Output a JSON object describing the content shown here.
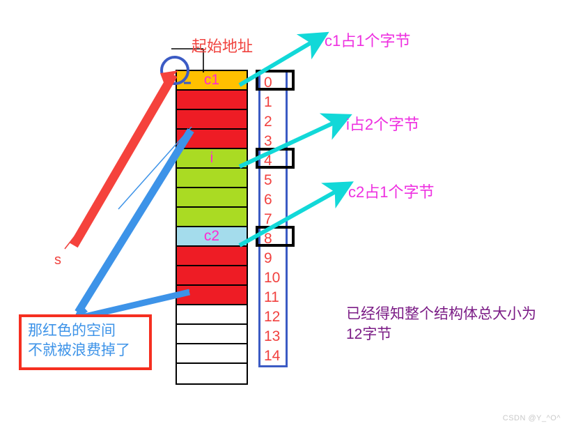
{
  "diagram": {
    "title_note": "起始地址",
    "watermark": "CSDN @Y_^O^",
    "colors": {
      "c1": "#FFC000",
      "padding": "#EE1C25",
      "i": "#AADB23",
      "c2": "#A4DCEC",
      "empty": "#FFFFFF",
      "label_text": "#FF29D1",
      "index_text": "#F1413F",
      "index_border": "#3B5BC4",
      "cyan_arrow": "#12D8D8",
      "red_arrow": "#F0433F",
      "blue_arrow": "#3D93E8",
      "purple_note": "#7B1C86",
      "waste_border": "#F52F20"
    },
    "memory_cells": [
      {
        "label": "c1",
        "fill": "c1",
        "index": "0"
      },
      {
        "label": "",
        "fill": "padding",
        "index": "1"
      },
      {
        "label": "",
        "fill": "padding",
        "index": "2"
      },
      {
        "label": "",
        "fill": "padding",
        "index": "3"
      },
      {
        "label": "i",
        "fill": "i",
        "index": "4"
      },
      {
        "label": "",
        "fill": "i",
        "index": "5"
      },
      {
        "label": "",
        "fill": "i",
        "index": "6"
      },
      {
        "label": "",
        "fill": "i",
        "index": "7"
      },
      {
        "label": "c2",
        "fill": "c2",
        "index": "8"
      },
      {
        "label": "",
        "fill": "padding",
        "index": "9"
      },
      {
        "label": "",
        "fill": "padding",
        "index": "10"
      },
      {
        "label": "",
        "fill": "padding",
        "index": "11"
      },
      {
        "label": "",
        "fill": "empty",
        "index": "12"
      },
      {
        "label": "",
        "fill": "empty",
        "index": "13"
      },
      {
        "label": "",
        "fill": "empty",
        "index": "14"
      },
      {
        "label": "",
        "fill": "empty",
        "index": ""
      }
    ],
    "index_numbers": [
      "0",
      "1",
      "2",
      "3",
      "4",
      "5",
      "6",
      "7",
      "8",
      "9",
      "10",
      "11",
      "12",
      "13",
      "14"
    ],
    "highlighted_indices": [
      "0",
      "4",
      "8"
    ],
    "annotations": {
      "c1_note": "c1占1个字节",
      "i_note": "i占2个字节",
      "c2_note": "c2占1个字节",
      "total_note": "已经得知整个结构体总大小为\n12字节",
      "pointer_label": "s",
      "waste_note": "那红色的空间\n不就被浪费掉了"
    }
  }
}
